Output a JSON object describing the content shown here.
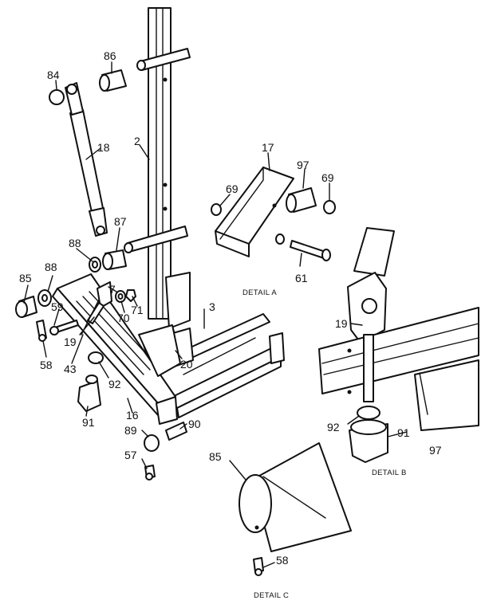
{
  "part_numbers": {
    "p84": "84",
    "p86": "86",
    "p18": "18",
    "p2": "2",
    "p17": "17",
    "p97a": "97",
    "p69a": "69",
    "p69b": "69",
    "p87": "87",
    "p88a": "88",
    "p88b": "88",
    "p85a": "85",
    "p59": "59",
    "p7": "7",
    "p70": "70",
    "p71": "71",
    "p3": "3",
    "p61": "61",
    "p19a": "19",
    "p19b": "19",
    "p43": "43",
    "p58a": "58",
    "p20": "20",
    "p92a": "92",
    "p92b": "92",
    "p16": "16",
    "p91a": "91",
    "p91b": "91",
    "p90": "90",
    "p89": "89",
    "p57": "57",
    "p97b": "97",
    "p85b": "85",
    "p58b": "58"
  },
  "captions": {
    "detail_a": "DETAIL A",
    "detail_b": "DETAIL B",
    "detail_c": "DETAIL C"
  }
}
